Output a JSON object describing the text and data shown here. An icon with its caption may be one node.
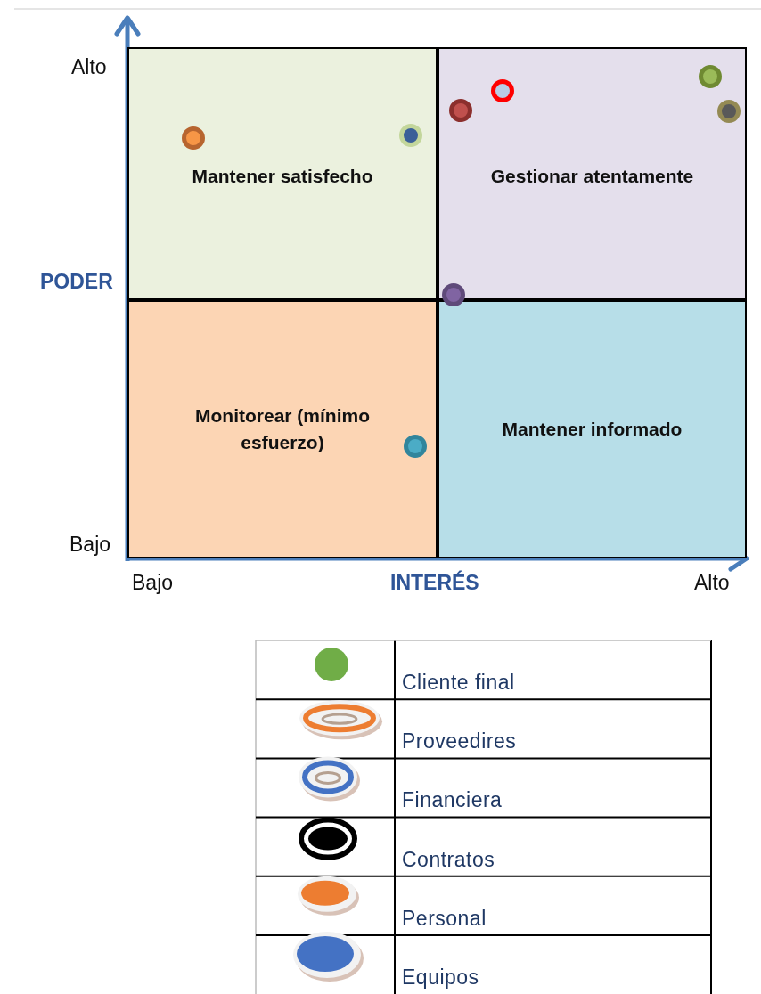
{
  "diagram": {
    "nodes": [
      {
        "text": [
          "Mantener satisfecho"
        ]
      },
      {
        "text": [
          "Gestionar atentamente"
        ]
      },
      {
        "text": [
          "Monitorear (mínimo esfuerzo)"
        ]
      },
      {
        "text": [
          "Mantener informado"
        ]
      },
      {
        "text": [],
        "shape": "circle",
        "in": 0
      },
      {
        "text": [],
        "shape": "circle",
        "in": 0
      },
      {
        "text": [],
        "shape": "circle",
        "in": 1
      },
      {
        "text": [],
        "shape": "circle",
        "in": 1
      },
      {
        "text": [],
        "shape": "circle",
        "in": 1
      },
      {
        "text": [],
        "shape": "circle",
        "in": 1
      },
      {
        "text": [],
        "shape": "circle"
      },
      {
        "text": [],
        "shape": "circle",
        "in": 2
      }
    ],
    "edges": [],
    "labels": [
      "Alto",
      "PODER",
      "Bajo",
      "Bajo",
      "INTERÉS",
      "Alto"
    ],
    "legend": [
      {
        "text": "Cliente final",
        "color": "#70ad47"
      },
      {
        "text": "Proveedires",
        "color": "#ed7d31"
      },
      {
        "text": "Financiera",
        "color": "#4472c4"
      },
      {
        "text": "Contratos",
        "color": "#000000"
      },
      {
        "text": "Personal",
        "color": "#ed7d31"
      },
      {
        "text": "Equipos",
        "color": "#4472c4"
      }
    ]
  }
}
